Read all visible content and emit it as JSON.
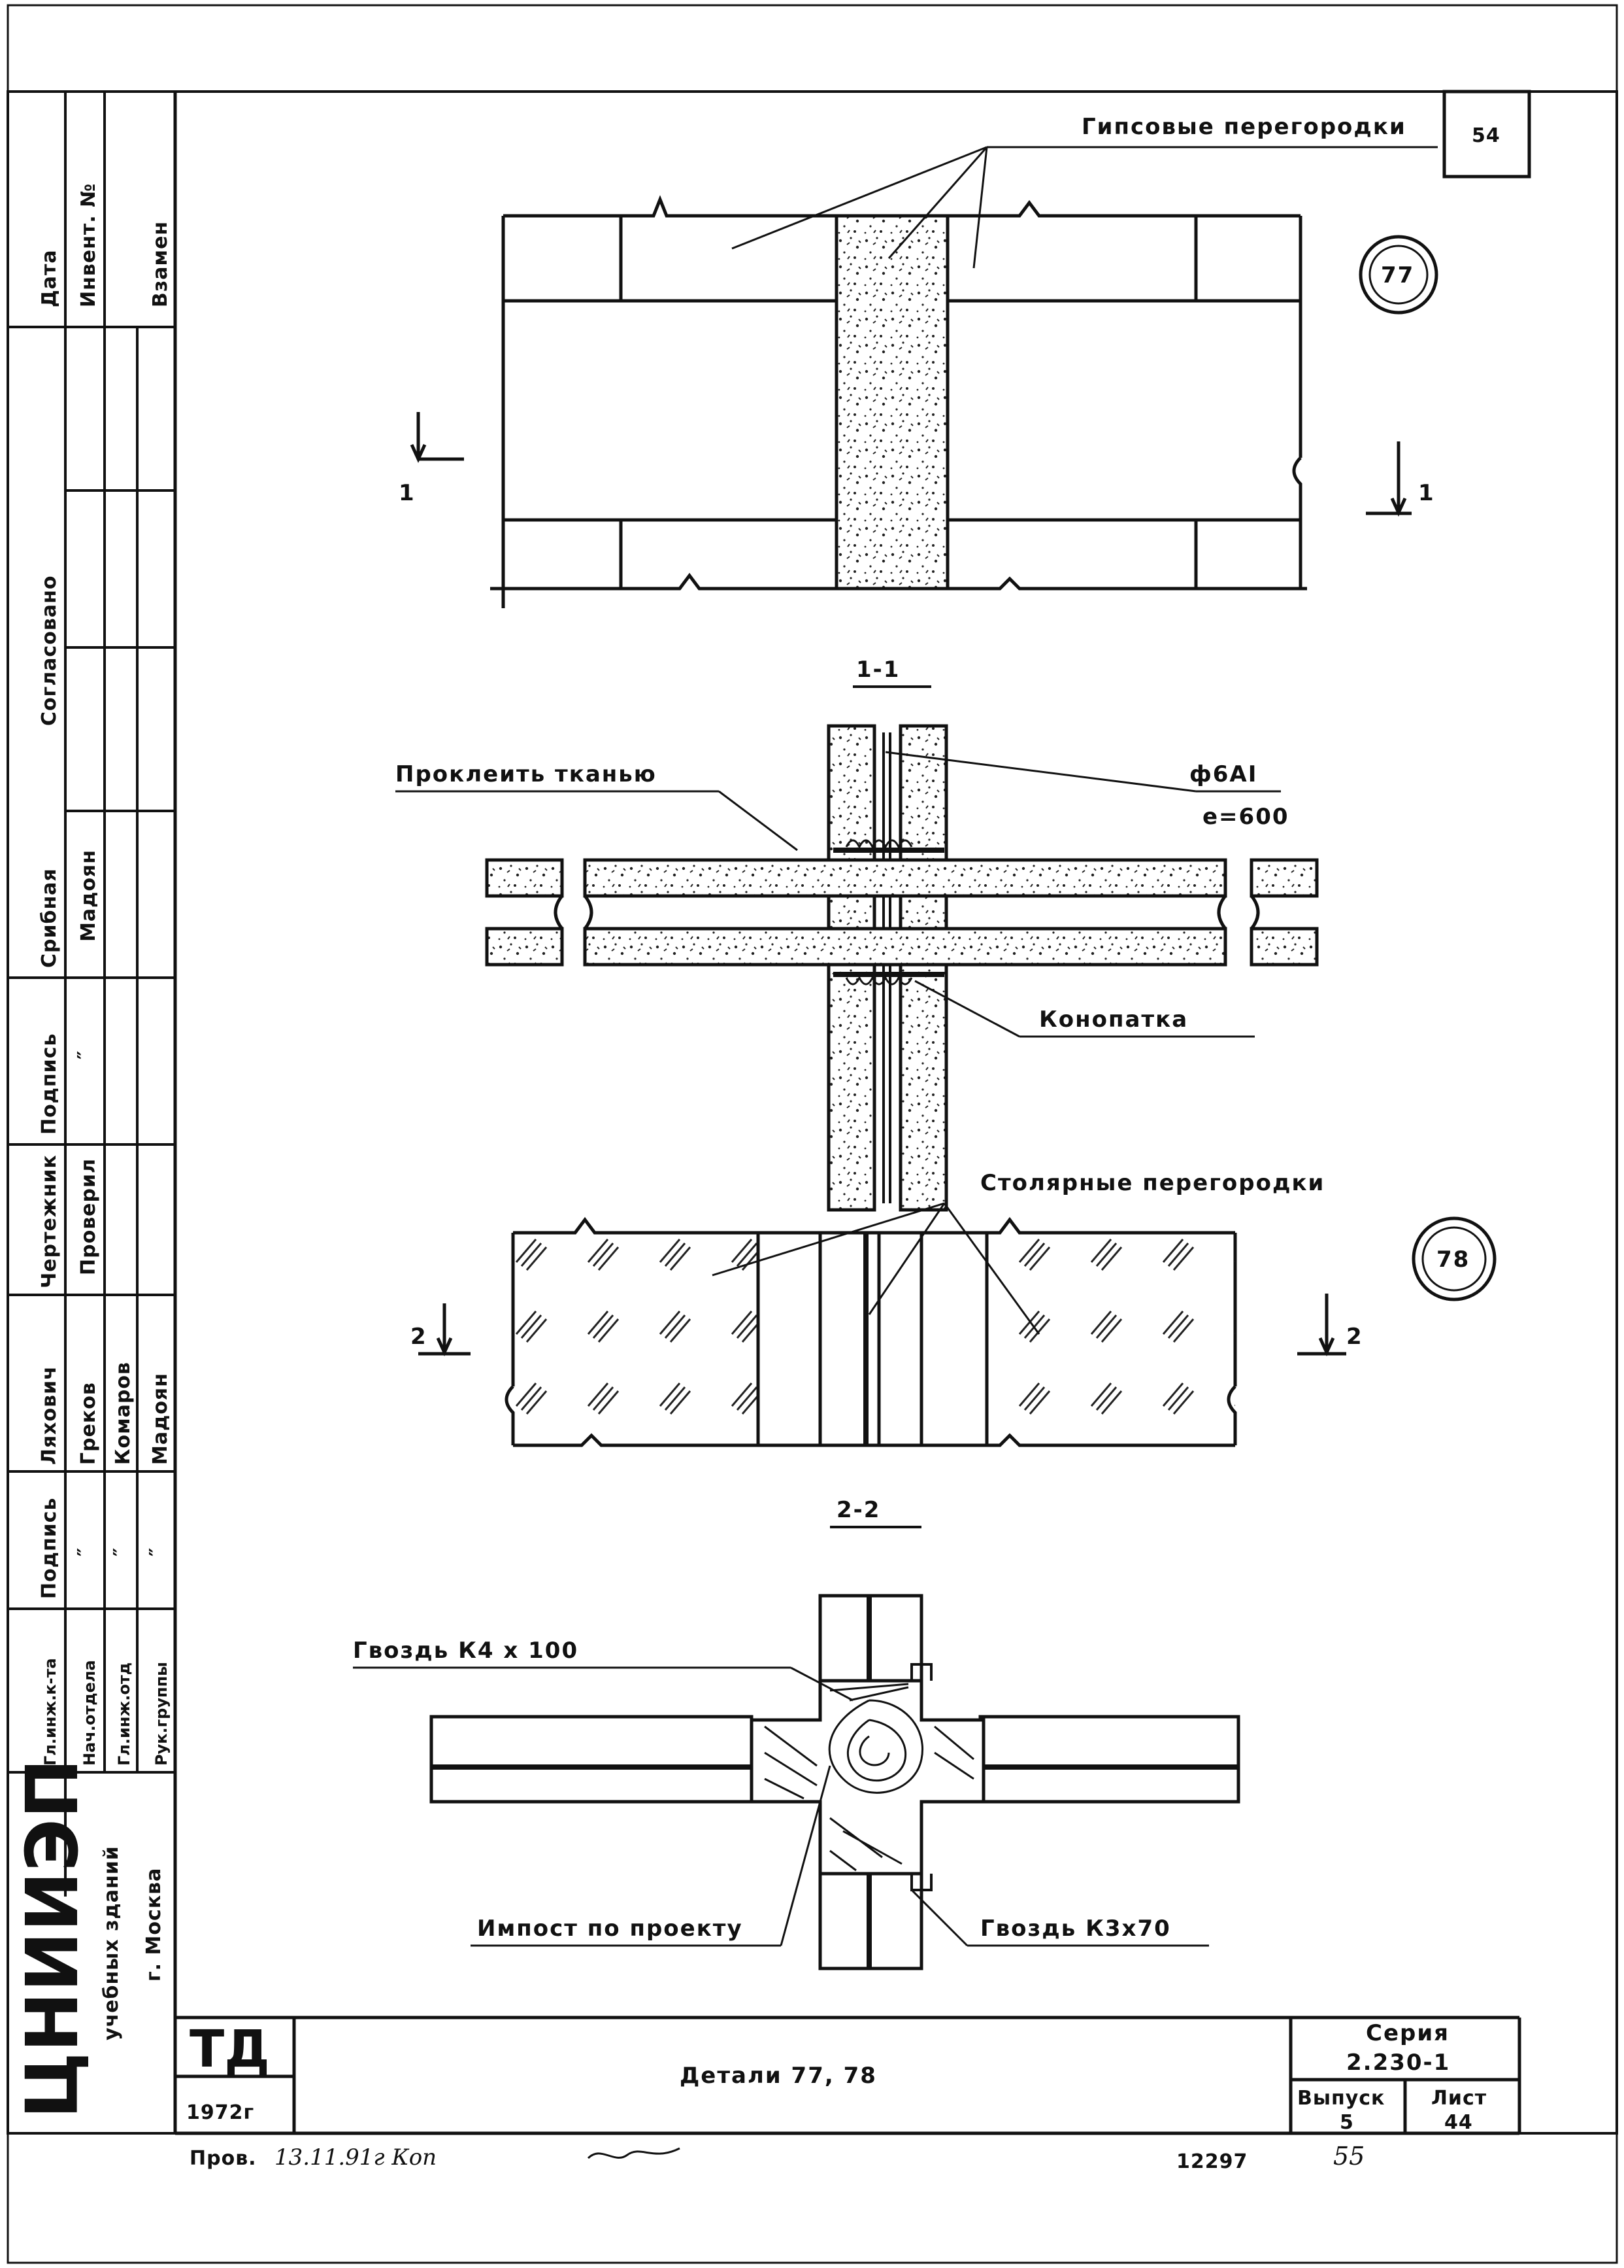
{
  "sheet": {
    "page_number_top": "54",
    "page_number_bottom": "55",
    "inventory_number": "12297",
    "checked_note": "Пров.",
    "checked_signature": "13.11.91г Коп"
  },
  "detail_77": {
    "marker": "77",
    "title_label": "Гипсовые перегородки",
    "section_mark": "1",
    "section_title": "1-1",
    "label_glue": "Проклеить тканью",
    "label_rebar": "ф6АI",
    "label_spacing": "e=600",
    "label_caulk": "Конопатка"
  },
  "detail_78": {
    "marker": "78",
    "title_label": "Столярные перегородки",
    "section_mark": "2",
    "section_title": "2-2",
    "label_nail_1": "Гвоздь К4 х 100",
    "label_impost": "Импост по проекту",
    "label_nail_2": "Гвоздь К3х70"
  },
  "left_strip": {
    "date": "Дата",
    "inventory": "Инвент. №",
    "replace": "Взамен",
    "agreed": "Согласовано",
    "names_top": [
      "Срибная",
      "Мадоян"
    ],
    "signature_header": "Подпись",
    "roles_mid": [
      "Чертежник",
      "Проверил"
    ],
    "names_mid": [
      "Ляхович",
      "Греков",
      "Комаров",
      "Мадоян"
    ],
    "signature_header_2": "Подпись",
    "roles_low": [
      "Гл.инж.к-та",
      "Нач.отдела",
      "Гл.инж.отд",
      "Рук.группы"
    ],
    "ditto": "″",
    "org_name": "ЦНИИЭП",
    "org_sub": "учебных зданий",
    "org_city": "г. Москва"
  },
  "title_block": {
    "code": "ТД",
    "year": "1972г",
    "title": "Детали 77, 78",
    "series_label": "Серия",
    "series_value": "2.230-1",
    "issue_label": "Выпуск",
    "issue_value": "5",
    "sheet_label": "Лист",
    "sheet_value": "44"
  }
}
